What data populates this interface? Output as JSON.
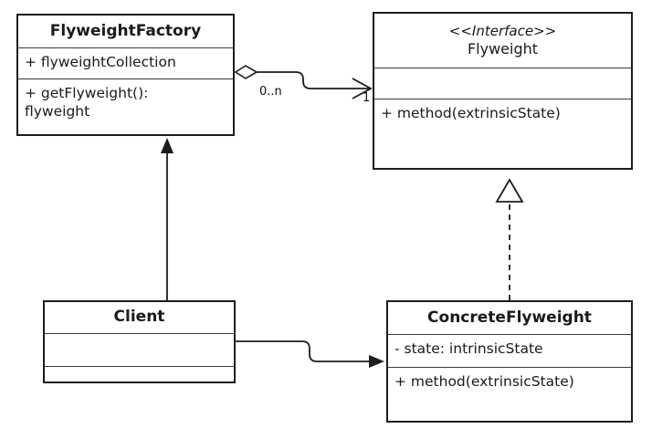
{
  "diagram": {
    "kind": "uml-class-diagram",
    "pattern": "Flyweight",
    "colors": {
      "background": "#ffffff",
      "line": "#1c1c1c",
      "box_fill": "#ffffff"
    },
    "classes": {
      "flyweight_factory": {
        "name": "FlyweightFactory",
        "attributes": [
          "+ flyweightCollection"
        ],
        "methods": [
          "+ getFlyweight(): flyweight"
        ]
      },
      "flyweight": {
        "stereotype": "<<Interface>>",
        "name": "Flyweight",
        "attributes": [],
        "methods": [
          "+ method(extrinsicState)"
        ]
      },
      "client": {
        "name": "Client",
        "attributes": [],
        "methods": []
      },
      "concrete_flyweight": {
        "name": "ConcreteFlyweight",
        "attributes": [
          "- state: intrinsicState"
        ],
        "methods": [
          "+ method(extrinsicState)"
        ]
      }
    },
    "relationships": {
      "factory_aggregates_flyweight": {
        "type": "aggregation",
        "source_multiplicity": "0..n",
        "target_multiplicity": "1"
      },
      "client_to_factory": {
        "type": "association"
      },
      "client_to_concrete_flyweight": {
        "type": "association"
      },
      "concrete_realizes_flyweight": {
        "type": "realization"
      }
    }
  }
}
